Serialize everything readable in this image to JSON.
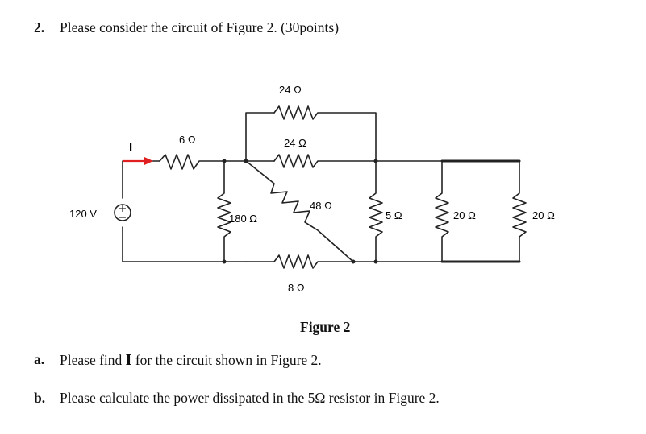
{
  "question": {
    "number": "2.",
    "text": "Please consider the circuit of Figure 2. (30points)"
  },
  "figure": {
    "caption": "Figure 2",
    "source_label": "120 V",
    "current_label": "I",
    "resistors": {
      "r6": "6 Ω",
      "r24_top": "24 Ω",
      "r24_mid": "24 Ω",
      "r180": "180 Ω",
      "r48": "48 Ω",
      "r8": "8 Ω",
      "r5": "5 Ω",
      "r20_a": "20 Ω",
      "r20_b": "20 Ω"
    },
    "colors": {
      "wire": "#222222",
      "current_arrow": "#e02020"
    }
  },
  "parts": {
    "a": {
      "label": "a.",
      "text_before": "Please find ",
      "bold": "I",
      "text_after": " for the circuit shown in Figure 2."
    },
    "b": {
      "label": "b.",
      "text": "Please calculate the power dissipated in the 5Ω resistor in Figure 2."
    }
  }
}
